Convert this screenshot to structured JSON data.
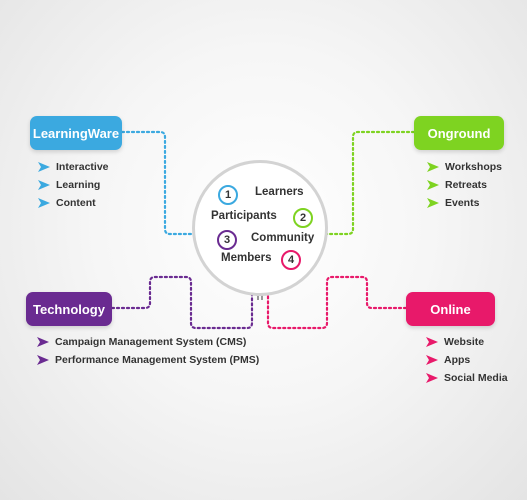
{
  "center": {
    "items": [
      {
        "number": "1",
        "label": "Learners",
        "color": "#3ba9e0"
      },
      {
        "number": "2",
        "label": "Participants",
        "color": "#7ed321"
      },
      {
        "number": "3",
        "label": "Community",
        "color": "#6a2b91"
      },
      {
        "number": "4",
        "label": "Members",
        "color": "#e8196a"
      }
    ]
  },
  "learningware": {
    "title": "LearningWare",
    "color": "#3ba9e0",
    "items": [
      "Interactive",
      "Learning",
      "Content"
    ]
  },
  "onground": {
    "title": "Onground",
    "color": "#7ed321",
    "items": [
      "Workshops",
      "Retreats",
      "Events"
    ]
  },
  "technology": {
    "title": "Technology",
    "color": "#6a2b91",
    "items": [
      "Campaign Management System (CMS)",
      "Performance Management System (PMS)"
    ]
  },
  "online": {
    "title": "Online",
    "color": "#e8196a",
    "items": [
      "Website",
      "Apps",
      "Social Media"
    ]
  }
}
